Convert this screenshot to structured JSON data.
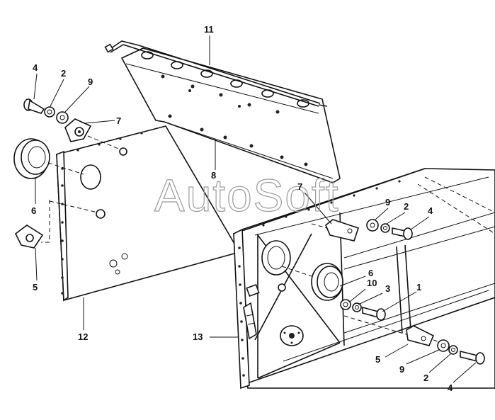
{
  "watermark": "AutoSoft",
  "callouts": {
    "c11": "11",
    "c4a": "4",
    "c2a": "2",
    "c9a": "9",
    "c7a": "7",
    "c8": "8",
    "c6a": "6",
    "c5a": "5",
    "c12": "12",
    "c7b": "7",
    "c9b": "9",
    "c2b": "2",
    "c4b": "4",
    "c6b": "6",
    "c10": "10",
    "c3": "3",
    "c1": "1",
    "c13": "13",
    "c5b": "5",
    "c9c": "9",
    "c2c": "2",
    "c4c": "4"
  }
}
